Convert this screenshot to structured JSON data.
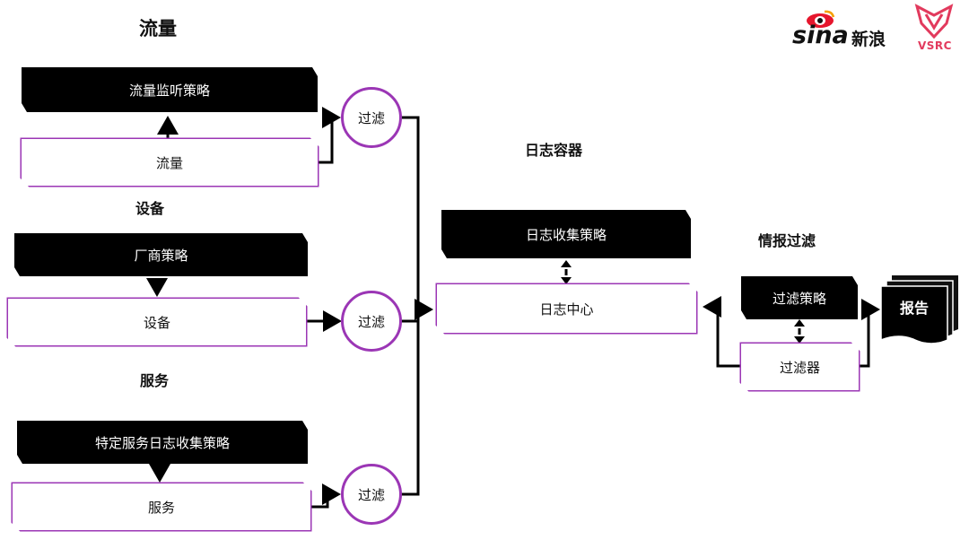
{
  "sections": {
    "traffic": "流量",
    "device": "设备",
    "service": "服务",
    "log_container": "日志容器",
    "intel_filter": "情报过滤"
  },
  "nodes": {
    "traffic_policy": "流量监听策略",
    "traffic": "流量",
    "vendor_policy": "厂商策略",
    "device": "设备",
    "service_policy": "特定服务日志收集策略",
    "service": "服务",
    "filter1": "过滤",
    "filter2": "过滤",
    "filter3": "过滤",
    "log_policy": "日志收集策略",
    "log_center": "日志中心",
    "filter_policy": "过滤策略",
    "filterer": "过滤器",
    "report": "报告"
  },
  "logos": {
    "sina_en": "sina",
    "sina_cn": "新浪",
    "vsrc": "VSRC"
  },
  "colors": {
    "outline": "#9b36b5",
    "box_dark": "#000000",
    "logo_red": "#e23a5d"
  }
}
